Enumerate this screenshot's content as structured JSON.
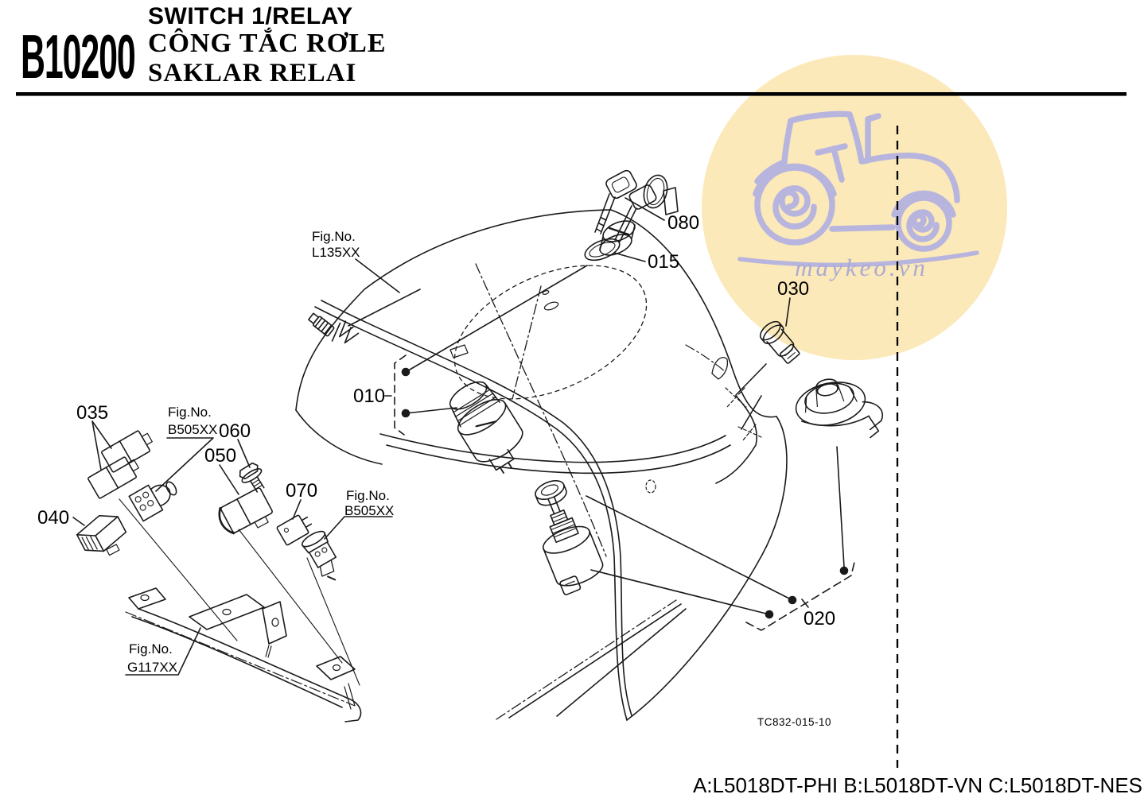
{
  "header": {
    "code": "B10200",
    "title_en": "SWITCH 1/RELAY",
    "title_vi": "CÔNG TẮC RƠLE",
    "title_id": "SAKLAR RELAI"
  },
  "labels": {
    "p010": "010",
    "p015": "015",
    "p020": "020",
    "p030": "030",
    "p035": "035",
    "p040": "040",
    "p050": "050",
    "p060": "060",
    "p070": "070",
    "p080": "080"
  },
  "fig_refs": {
    "hood_line1": "Fig.No.",
    "hood_line2": "L135XX",
    "left_conn_line1": "Fig.No.",
    "left_conn_line2": "B505XX",
    "right_conn_line1": "Fig.No.",
    "right_conn_line2": "B505XX",
    "bracket_line1": "Fig.No.",
    "bracket_line2": "G117XX"
  },
  "drawing_code": "TC832-015-10",
  "footer": {
    "models": "A:L5018DT-PHI B:L5018DT-VN C:L5018DT-NES"
  },
  "watermark": {
    "text": "maykeo.vn",
    "circle_color": "#FBE9B9",
    "line_color": "#B7B5DE"
  },
  "colors": {
    "ink": "#1A1A1A"
  }
}
